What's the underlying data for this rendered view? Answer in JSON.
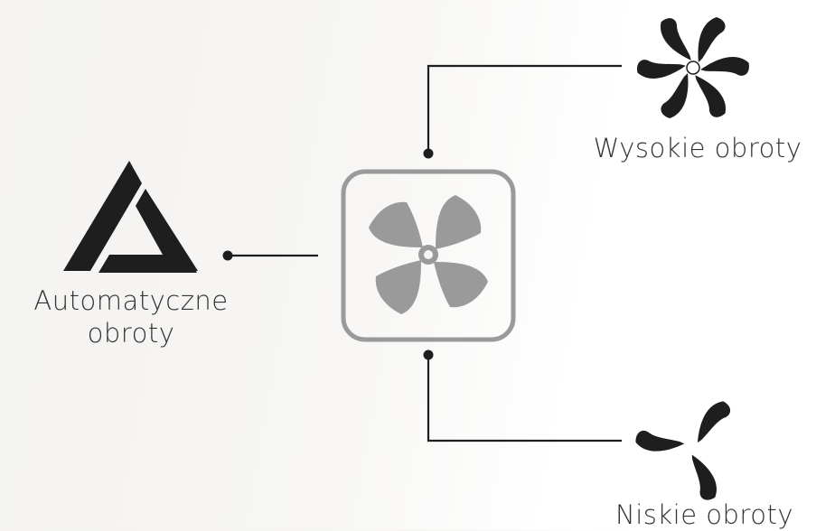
{
  "labels": {
    "high_speed": "Wysokie obroty",
    "auto_line1": "Automatyczne",
    "auto_line2": "obroty",
    "low_speed": "Niskie obroty"
  },
  "icons": {
    "center": "fan-icon",
    "high": "high-speed-fan-icon",
    "low": "low-speed-fan-icon",
    "auto": "auto-mode-triangle-icon"
  },
  "colors": {
    "text": "#333333",
    "line": "#1e1e1e",
    "fan_gray": "#9a9a9a",
    "icon_dark": "#1e1e1e"
  }
}
